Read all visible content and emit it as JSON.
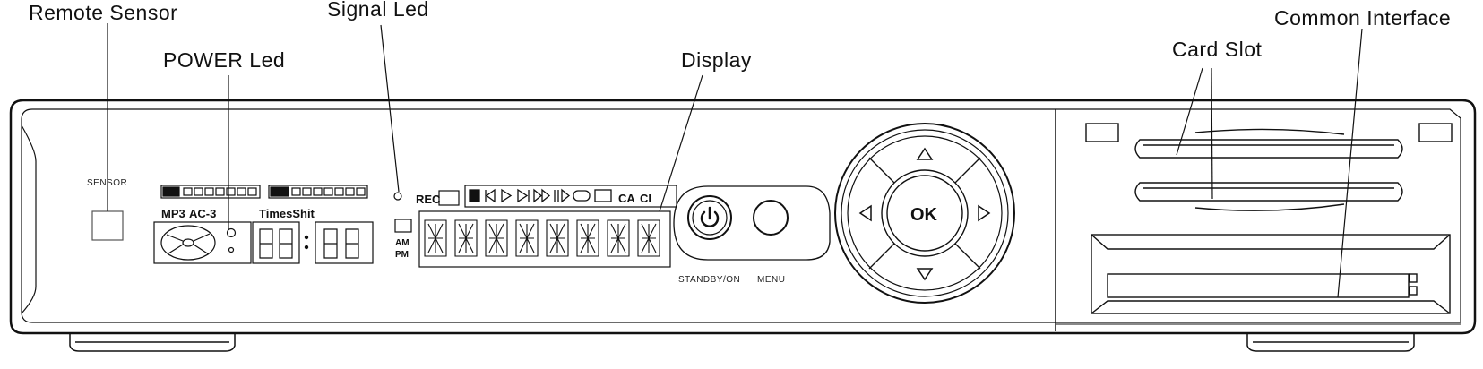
{
  "callouts": {
    "remote_sensor": "Remote Sensor",
    "signal_led": "Signal Led",
    "common_interface": "Common Interface",
    "power_led": "POWER Led",
    "display": "Display",
    "card_slot": "Card Slot"
  },
  "panel_labels": {
    "sensor": "SENSOR",
    "standby": "STANDBY/ON",
    "menu": "MENU",
    "ok": "OK"
  },
  "lcd": {
    "mp3": "MP3",
    "ac3": "AC-3",
    "timeshift": "TimesShit",
    "rec": "REC",
    "ca": "CA",
    "ci": "CI",
    "am": "AM",
    "pm": "PM"
  }
}
